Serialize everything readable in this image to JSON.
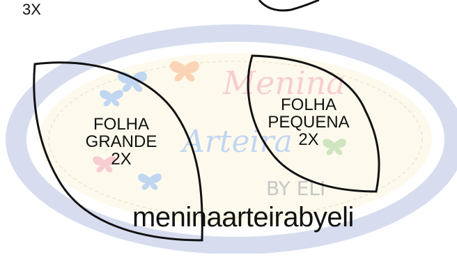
{
  "pattern": {
    "top_count": "3X",
    "large_leaf": {
      "line1": "FOLHA",
      "line2": "GRANDE",
      "count": "2X"
    },
    "small_leaf": {
      "line1": "FOLHA",
      "line2": "PEQUENA",
      "count": "2X"
    }
  },
  "watermark": {
    "logo_text_1": "Menina",
    "logo_text_2": "Arteira",
    "logo_text_3": "BY ELI",
    "caption": "meninaarteirabyeli"
  },
  "colors": {
    "outline": "#111111",
    "scallop_border": "#b7c3e3",
    "logo_fill": "#fdf7e0",
    "logo_pink": "#f2a6ae",
    "logo_blue": "#8fb6e6"
  }
}
